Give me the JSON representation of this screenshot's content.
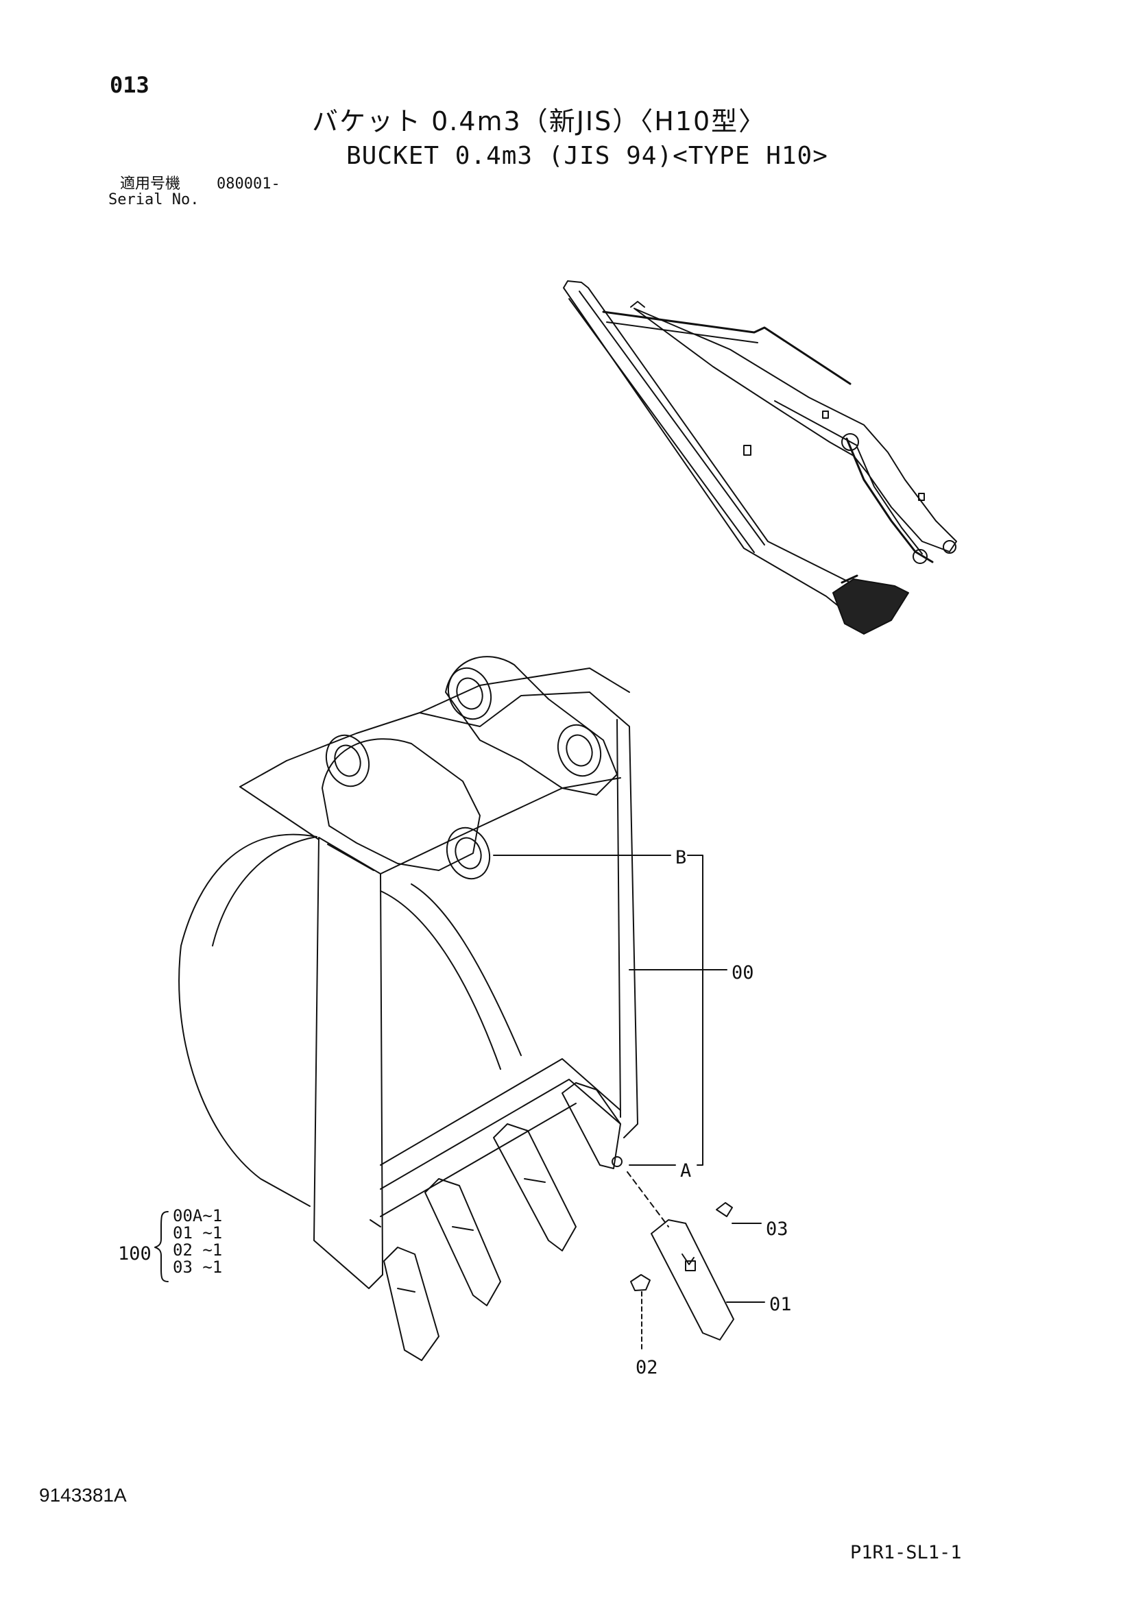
{
  "header": {
    "page_number": "013",
    "title_jp": "バケット 0.4m3（新JIS）〈H10型〉",
    "title_en": "BUCKET 0.4m3 (JIS 94)<TYPE H10>",
    "serial_label_jp": "適用号機",
    "serial_label_en": "Serial No.",
    "serial_value": "080001-"
  },
  "diagram": {
    "callouts": {
      "b": "B",
      "a": "A",
      "part_00": "00",
      "part_01": "01",
      "part_02": "02",
      "part_03": "03"
    },
    "kit": {
      "quantity_label": "100",
      "lines": [
        "00A~1",
        "01  ~1",
        "02  ~1",
        "03  ~1"
      ]
    }
  },
  "footer": {
    "document_number": "9143381A",
    "sheet_code": "P1R1-SL1-1"
  },
  "colors": {
    "ink": "#111111",
    "background": "#ffffff"
  }
}
